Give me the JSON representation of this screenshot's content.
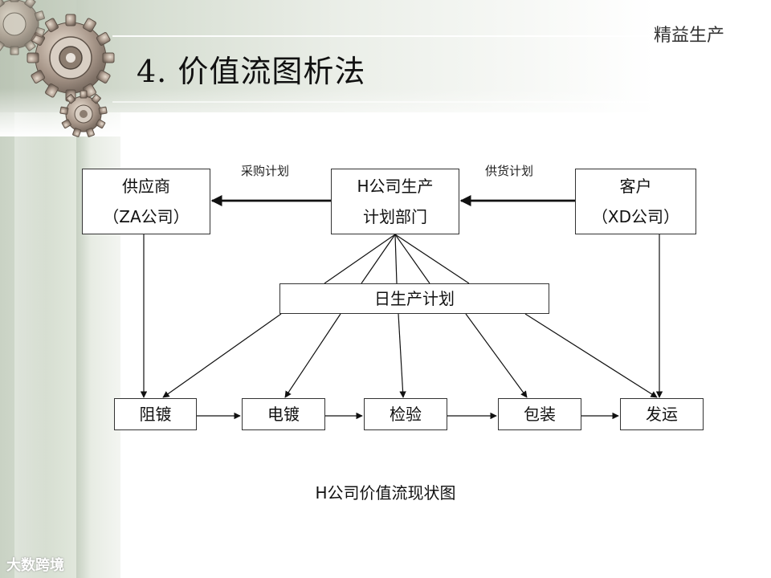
{
  "slide": {
    "header_tag": "精益生产",
    "title": "4. 价值流图析法",
    "caption": "H公司价值流现状图",
    "watermark": "大数跨境"
  },
  "diagram": {
    "supplier": {
      "line1": "供应商",
      "line2": "（ZA公司）"
    },
    "planning": {
      "line1": "H公司生产",
      "line2": "计划部门"
    },
    "customer": {
      "line1": "客户",
      "line2": "（XD公司）"
    },
    "daily_plan": "日生产计划",
    "purchase_plan_label": "采购计划",
    "supply_plan_label": "供货计划",
    "process_steps": [
      "阻镀",
      "电镀",
      "检验",
      "包装",
      "发运"
    ]
  }
}
